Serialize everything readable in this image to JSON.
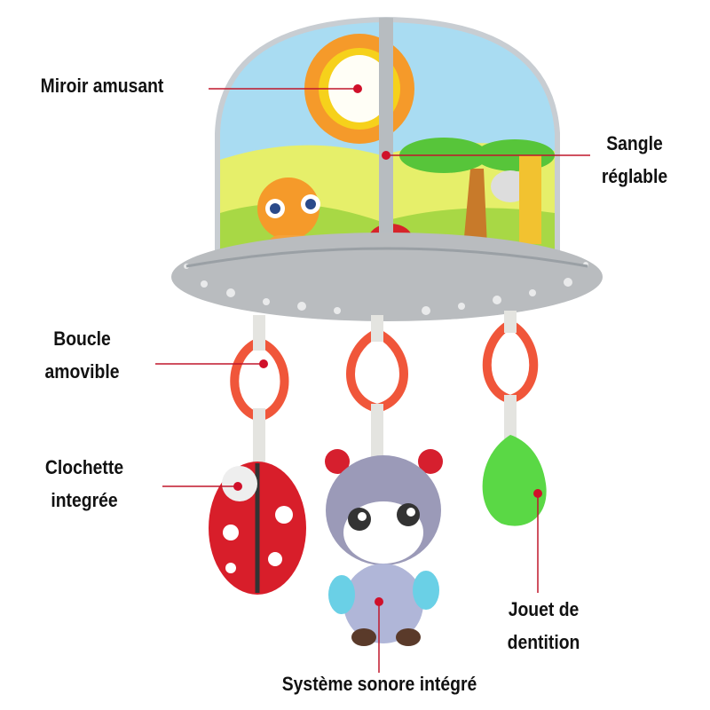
{
  "labels": {
    "mirror": "Miroir amusant",
    "strap_line1": "Sangle",
    "strap_line2": "réglable",
    "loop_line1": "Boucle",
    "loop_line2": "amovible",
    "bell_line1": "Clochette",
    "bell_line2": "integrée",
    "teether_line1": "Jouet de",
    "teether_line2": "dentition",
    "sound": "Système sonore intégré"
  },
  "colors": {
    "pointer": "#d0102a",
    "text": "#111111"
  }
}
